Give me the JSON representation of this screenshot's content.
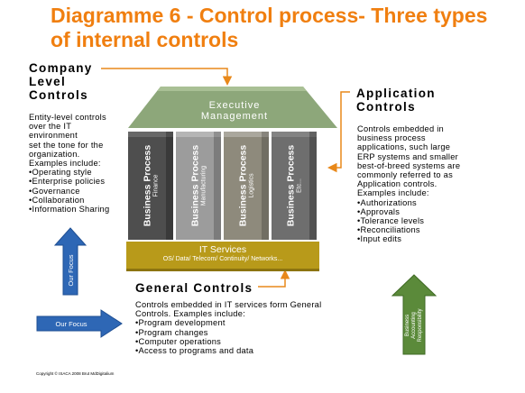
{
  "title": {
    "line1": "Diagramme 6 - Control process- Three types",
    "line2": "of internal controls"
  },
  "company_level": {
    "heading": [
      "Company",
      "Level",
      "Controls"
    ],
    "body": [
      "Entity-level controls",
      "over the IT",
      "environment",
      "set the tone for the",
      "organization.",
      "Examples include:",
      "•Operating style",
      "•Enterprise policies",
      "•Governance",
      "•Collaboration",
      "•Information Sharing"
    ]
  },
  "application": {
    "heading": [
      "Application",
      "Controls"
    ],
    "body": [
      "Controls embedded in",
      "business process",
      "applications, such large",
      "ERP systems and smaller",
      "best-of-breed systems are",
      "commonly referred to as",
      "Application controls.",
      "Examples include:",
      "•Authorizations",
      "•Approvals",
      "•Tolerance levels",
      "•Reconciliations",
      "•Input edits"
    ]
  },
  "general": {
    "heading": "General Controls",
    "body": [
      "Controls embedded in IT services form General",
      "Controls.  Examples include:",
      "•Program development",
      "•Program changes",
      "•Computer operations",
      "•Access to programs and data"
    ]
  },
  "building": {
    "roof_label": [
      "Executive",
      "Management"
    ],
    "pillars": [
      {
        "label": "Business Process",
        "sub": "Finance"
      },
      {
        "label": "Business Process",
        "sub": "Manufacturing"
      },
      {
        "label": "Business Process",
        "sub": "Logistics"
      },
      {
        "label": "Business Process",
        "sub": "Etc..."
      }
    ],
    "base_title": "IT Services",
    "base_sub": "OS/ Data/ Telecom/ Continuity/ Networks..."
  },
  "arrows": {
    "our_focus_vertical": "Our Focus",
    "our_focus_horizontal": "Our Focus",
    "business_responsibility": [
      "Business",
      "Accounting",
      "Responsibility"
    ]
  },
  "copyright": "Copyright © ISACA 2008 Brut MdDigitalium",
  "colors": {
    "title": "#f07f10",
    "orange_connector": "#e8881a",
    "roof": "#8da77a",
    "base": "#b89a1a",
    "pillars": [
      "#4e4e4e",
      "#999999",
      "#8e8a7c",
      "#6e6e6e"
    ],
    "blue_arrow": "#2e67b5",
    "green_arrow": "#5b8a3a"
  }
}
